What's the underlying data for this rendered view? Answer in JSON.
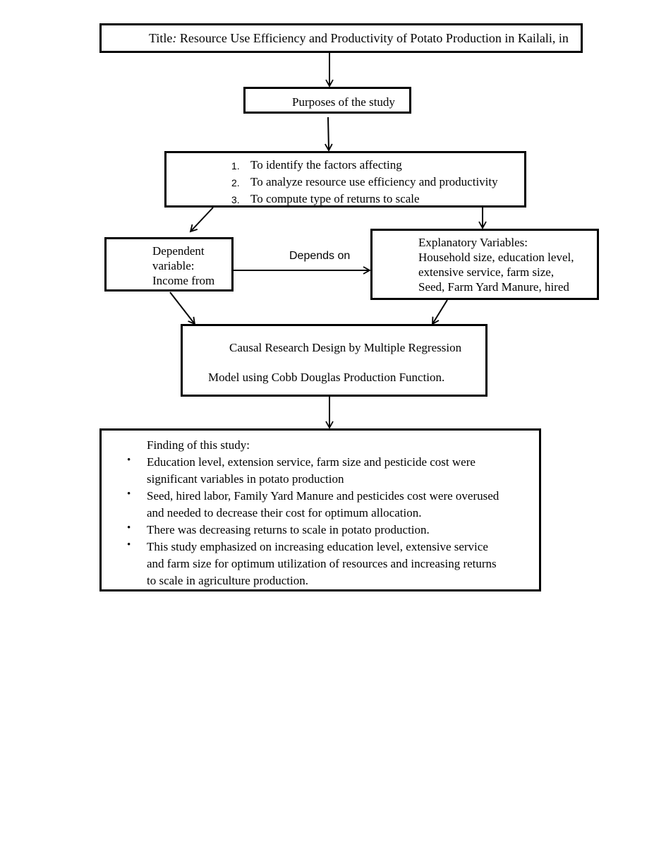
{
  "title": {
    "prefix": "Title",
    "colon": ":",
    "text": " Resource Use Efficiency and Productivity of Potato Production in Kailali, in"
  },
  "purposes": {
    "label": "Purposes of the study"
  },
  "objectives": [
    {
      "num": "1.",
      "text": "To identify the factors affecting"
    },
    {
      "num": "2.",
      "text": "To analyze resource use efficiency and productivity"
    },
    {
      "num": "3.",
      "text": "To compute type of returns to scale"
    }
  ],
  "dependent": {
    "lines": [
      "Dependent",
      "variable:",
      "Income from"
    ]
  },
  "relation": {
    "label": "Depends on"
  },
  "explanatory": {
    "lines": [
      "Explanatory Variables:",
      "Household size, education level,",
      "extensive service, farm size,",
      "Seed, Farm Yard Manure, hired"
    ]
  },
  "design": {
    "line1": "Causal Research Design by Multiple Regression",
    "line2": "Model using Cobb Douglas Production Function."
  },
  "findings": {
    "heading": "Finding of this study:",
    "bullet": "•",
    "items": [
      [
        "Education level, extension service, farm size and pesticide cost were",
        "significant variables in potato production"
      ],
      [
        "Seed, hired labor, Family Yard Manure and pesticides cost were overused",
        "and needed to decrease their cost for optimum allocation."
      ],
      [
        "There was decreasing returns to scale in potato production."
      ],
      [
        "This study emphasized on increasing education level, extensive service",
        "and farm size for optimum utilization of resources and increasing returns",
        "to scale in agriculture production."
      ]
    ]
  }
}
